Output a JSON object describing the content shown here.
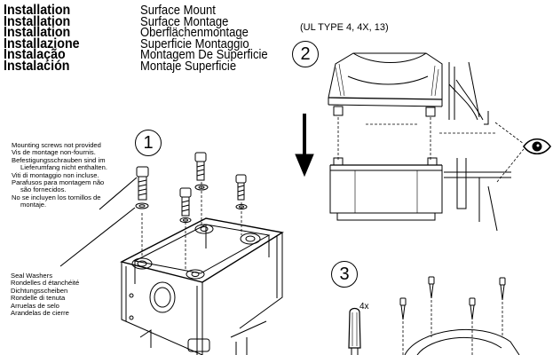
{
  "headings": [
    "Installation",
    "Installation",
    "Installation",
    "Installazione",
    "Instalação",
    "Instalación"
  ],
  "subheadings": [
    "Surface Mount",
    "Surface Montage",
    "Oberflächenmontage",
    "Superficie Montaggio",
    "Montagem De Superficie",
    "Montaje Superficie"
  ],
  "ul_type": "(UL TYPE 4, 4X, 13)",
  "steps": [
    "1",
    "2",
    "3"
  ],
  "screws_note": [
    "Mounting screws not provided",
    "Vis de montage non-fournis.",
    "Befestigungsschrauben sind im",
    "Lieferumfang nicht enthalten.",
    "Viti di montaggio non incluse.",
    "Parafusos para montagem não",
    "são fornecidos.",
    "No se incluyen los tornillos de",
    "montaje."
  ],
  "washers_note": [
    "Seal Washers",
    "Rondelles d étanchéité",
    "Dichtungsscheiben",
    "Rondelle di tenuta",
    "Arruelas de selo",
    "Arandelas de cierre"
  ],
  "quantity_label": "4x"
}
